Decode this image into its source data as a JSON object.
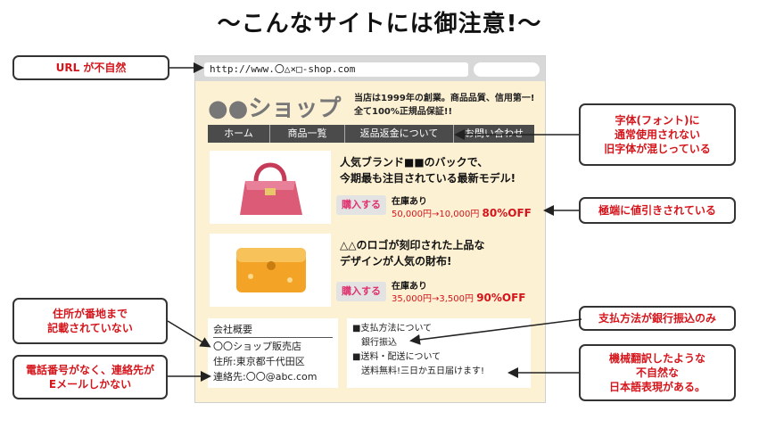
{
  "title": "〜こんなサイトには御注意!〜",
  "browser": {
    "url": "http://www.〇△×□-shop.com",
    "shop_name": "●●ショップ",
    "shop_desc": "当店は1999年の創業。商品品質、信用第一!全て100%正規品保証!!",
    "nav": [
      "ホーム",
      "商品一覧",
      "返品返金について",
      "お問い合わせ"
    ]
  },
  "products": [
    {
      "title_line1": "人気ブランド■■のバックで、",
      "title_line2": "今期最も注目されている最新モデル!",
      "buy_label": "購入する",
      "stock": "在庫あり",
      "price": "50,000円→10,000円",
      "discount": "80%OFF"
    },
    {
      "title_line1": "△△のロゴが刻印された上品な",
      "title_line2": "デザインが人気の財布!",
      "buy_label": "購入する",
      "stock": "在庫あり",
      "price": "35,000円→3,500円",
      "discount": "90%OFF"
    }
  ],
  "company": {
    "heading": "会社概要",
    "name": "〇〇ショップ販売店",
    "address": "住所:東京都千代田区",
    "contact": "連絡先:〇〇@abc.com"
  },
  "payment": {
    "line1": "■支払方法について",
    "line2": "銀行振込",
    "line3": "■送料・配送について",
    "line4": "送料無料!三日か五日届けます!"
  },
  "callouts": {
    "url": "URL が不自然",
    "font_line1": "字体(フォント)に",
    "font_line2": "通常使用されない",
    "font_line3": "旧字体が混じっている",
    "discount": "極端に値引きされている",
    "address_line1": "住所が番地まで",
    "address_line2": "記載されていない",
    "phone_line1": "電話番号がなく、連絡先が",
    "phone_line2": "Eメールしかない",
    "payment": "支払方法が銀行振込のみ",
    "translation_line1": "機械翻訳したような",
    "translation_line2": "不自然な",
    "translation_line3": "日本語表現がある。"
  },
  "colors": {
    "callout_text": "#d4161c",
    "page_bg": "#fdf1d4",
    "nav_bg": "#4b4b4b",
    "price_red": "#d4161c",
    "buy_button_text": "#e0326e"
  }
}
